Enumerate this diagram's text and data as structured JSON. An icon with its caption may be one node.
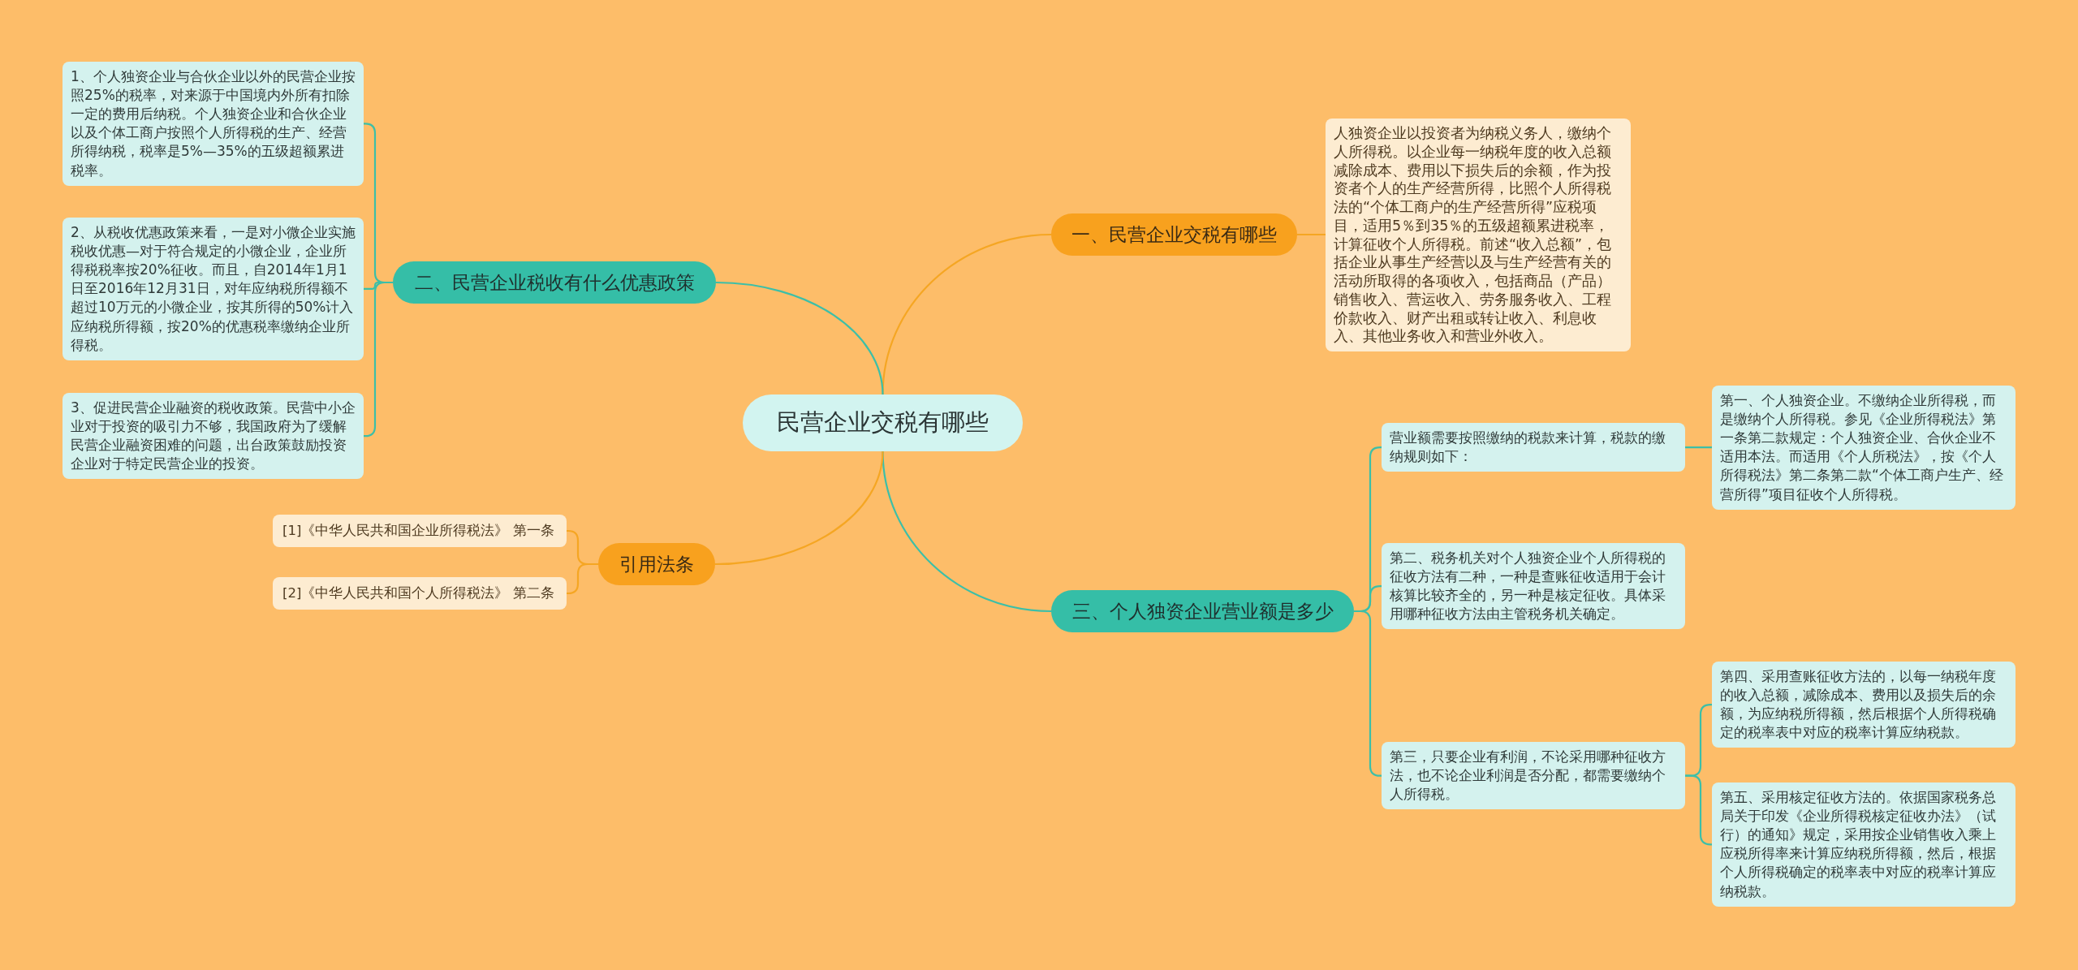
{
  "diagram": {
    "nodes": [
      {
        "text": [
          "民营企业交税有哪些"
        ]
      },
      {
        "text": [
          "一、民营企业交税有哪些"
        ]
      },
      {
        "text": [
          "人独资企业以投资者为纳税义务人，缴纳个人所得税。以企业每一纳税年度的收入总额减除成本、费用以下损失后的余额，作为投资者个人的生产经营所得，比照个人所得税法的“个体工商户的生产经营所得”应税项目，适用5％到35％的五级超额累进税率，计算征收个人所得税。前述“收入总额”，包括企业从事生产经营以及与生产经营有关的活动所取得的各项收入，包括商品（产品）销售收入、营运收入、劳务服务收入、工程价款收入、财产出租或转让收入、利息收入、其他业务收入和营业外收入。"
        ]
      },
      {
        "text": [
          "二、民营企业税收有什么优惠政策"
        ]
      },
      {
        "text": [
          "1、个人独资企业与合伙企业以外的民营企业按照25%的税率，对来源于中国境内外所有扣除一定的费用后纳税。个人独资企业和合伙企业以及个体工商户按照个人所得税的生产、经营所得纳税，税率是5%—35%的五级超额累进税率。"
        ]
      },
      {
        "text": [
          "2、从税收优惠政策来看，一是对小微企业实施税收优惠—对于符合规定的小微企业，企业所得税税率按20%征收。而且，自2014年1月1日至2016年12月31日，对年应纳税所得额不超过10万元的小微企业，按其所得的50%计入应纳税所得额，按20%的优惠税率缴纳企业所得税。"
        ]
      },
      {
        "text": [
          "3、促进民营企业融资的税收政策。民营中小企业对于投资的吸引力不够，我国政府为了缓解民营企业融资困难的问题，出台政策鼓励投资企业对于特定民营企业的投资。"
        ]
      },
      {
        "text": [
          "三、个人独资企业营业额是多少"
        ]
      },
      {
        "text": [
          "营业额需要按照缴纳的税款来计算，税款的缴纳规则如下："
        ]
      },
      {
        "text": [
          "第一、个人独资企业。不缴纳企业所得税，而是缴纳个人所得税。参见《企业所得税法》第一条第二款规定：个人独资企业、合伙企业不适用本法。而适用《个人所税法》，按《个人所得税法》第二条第二款“个体工商户生产、经营所得”项目征收个人所得税。"
        ]
      },
      {
        "text": [
          "第二、税务机关对个人独资企业个人所得税的征收方法有二种，一种是查账征收适用于会计核算比较齐全的，另一种是核定征收。具体采用哪种征收方法由主管税务机关确定。"
        ]
      },
      {
        "text": [
          "第三，只要企业有利润，不论采用哪种征收方法，也不论企业利润是否分配，都需要缴纳个人所得税。"
        ]
      },
      {
        "text": [
          "第四、采用查账征收方法的，以每一纳税年度的收入总额，减除成本、费用以及损失后的余额，为应纳税所得额，然后根据个人所得税确定的税率表中对应的税率计算应纳税款。"
        ]
      },
      {
        "text": [
          "第五、采用核定征收方法的。依据国家税务总局关于印发《企业所得税核定征收办法》（试行）的通知》规定，采用按企业销售收入乘上应税所得率来计算应纳税所得额，然后，根据个人所得税确定的税率表中对应的税率计算应纳税款。"
        ]
      },
      {
        "text": [
          "引用法条"
        ]
      },
      {
        "text": [
          "[1]《中华人民共和国企业所得税法》 第一条"
        ]
      },
      {
        "text": [
          "[2]《中华人民共和国个人所得税法》 第二条"
        ]
      }
    ],
    "edges": [
      {
        "from": 0,
        "to": 1,
        "arrow": "none",
        "color": "#f5a623"
      },
      {
        "from": 1,
        "to": 2,
        "arrow": "none",
        "color": "#f5a623"
      },
      {
        "from": 0,
        "to": 3,
        "arrow": "none"
      },
      {
        "from": 3,
        "to": 4,
        "arrow": "none"
      },
      {
        "from": 3,
        "to": 5,
        "arrow": "none"
      },
      {
        "from": 3,
        "to": 6,
        "arrow": "none"
      },
      {
        "from": 0,
        "to": 7,
        "arrow": "none"
      },
      {
        "from": 7,
        "to": 8,
        "arrow": "none"
      },
      {
        "from": 8,
        "to": 9,
        "arrow": "none"
      },
      {
        "from": 7,
        "to": 10,
        "arrow": "none"
      },
      {
        "from": 7,
        "to": 11,
        "arrow": "none"
      },
      {
        "from": 11,
        "to": 12,
        "arrow": "none"
      },
      {
        "from": 11,
        "to": 13,
        "arrow": "none"
      },
      {
        "from": 0,
        "to": 14,
        "arrow": "none",
        "color": "#f5a623"
      },
      {
        "from": 14,
        "to": 15,
        "arrow": "none",
        "color": "#f5a623"
      },
      {
        "from": 14,
        "to": 16,
        "arrow": "none",
        "color": "#f5a623"
      }
    ]
  }
}
